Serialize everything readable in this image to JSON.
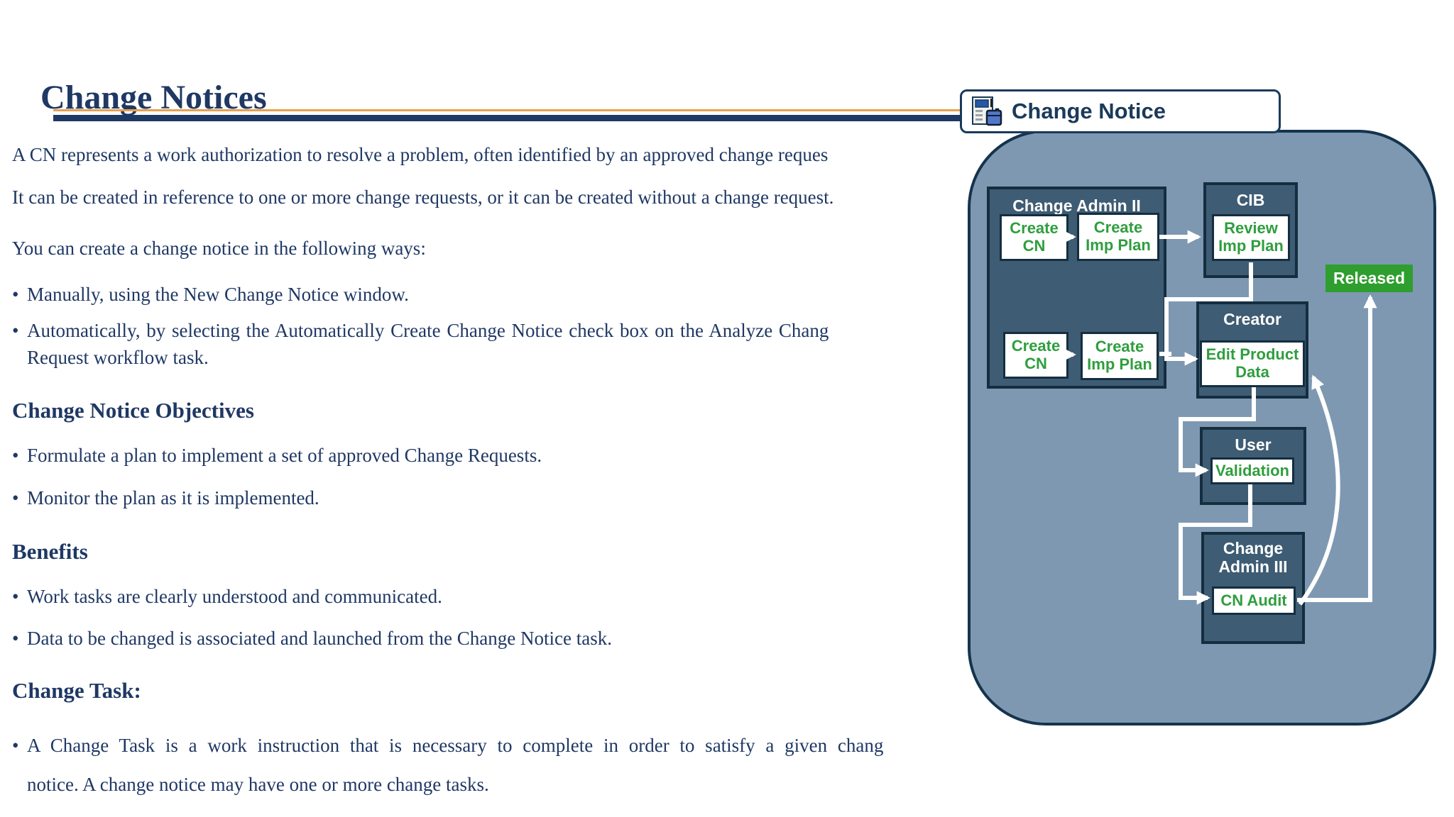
{
  "colors": {
    "text-navy": "#1F3864",
    "rule-orange": "#E8A14E",
    "rule-navy": "#1F3864",
    "panel-fill": "#7E98B2",
    "panel-border": "#14344E",
    "box-fill": "#3E5C73",
    "box-border": "#142E40",
    "task-green": "#2F9E3E",
    "released-green": "#2E9E2E",
    "tab-border": "#1A3A5A"
  },
  "slide": {
    "title": "Change Notices",
    "bullet_char": "•",
    "paragraph1": "A CN represents a work authorization to resolve a problem, often identified by an approved change reques",
    "paragraph2": "It can be created in reference to one or more change requests, or it can be created without a change request.",
    "paragraph3": "You can create a change notice in the following ways:",
    "bullet_manual": "Manually, using the New Change Notice window.",
    "bullet_auto_line1": "Automatically, by selecting the Automatically Create Change Notice check box on the Analyze Chang",
    "bullet_auto_line2": "Request workflow task.",
    "heading_objectives": "Change Notice Objectives",
    "objective1": "Formulate a plan to implement a set of approved Change Requests.",
    "objective2": "Monitor the plan as it is implemented.",
    "heading_benefits": "Benefits",
    "benefit1": "Work tasks are clearly understood and communicated.",
    "benefit2": "Data to be changed is associated and launched from the Change Notice task.",
    "heading_change_task": "Change Task:",
    "task_line1": "A Change Task is a work instruction that is necessary to complete in order to satisfy a given chang",
    "task_line2": "notice. A change notice may have one or more change tasks."
  },
  "diagram": {
    "tab_label": "Change Notice",
    "change_admin_2": {
      "title": "Change Admin II",
      "create_cn_top_l1": "Create",
      "create_cn_top_l2": "CN",
      "create_imp_top_l1": "Create",
      "create_imp_top_l2": "Imp Plan",
      "create_cn_bottom_l1": "Create",
      "create_cn_bottom_l2": "CN",
      "create_imp_bottom_l1": "Create",
      "create_imp_bottom_l2": "Imp Plan"
    },
    "cib": {
      "title": "CIB",
      "task_l1": "Review",
      "task_l2": "Imp Plan"
    },
    "creator": {
      "title": "Creator",
      "task_l1": "Edit Product",
      "task_l2": "Data"
    },
    "user": {
      "title": "User",
      "task": "Validation"
    },
    "change_admin_3": {
      "title_l1": "Change",
      "title_l2": "Admin III",
      "task": "CN Audit"
    },
    "released_label": "Released"
  }
}
